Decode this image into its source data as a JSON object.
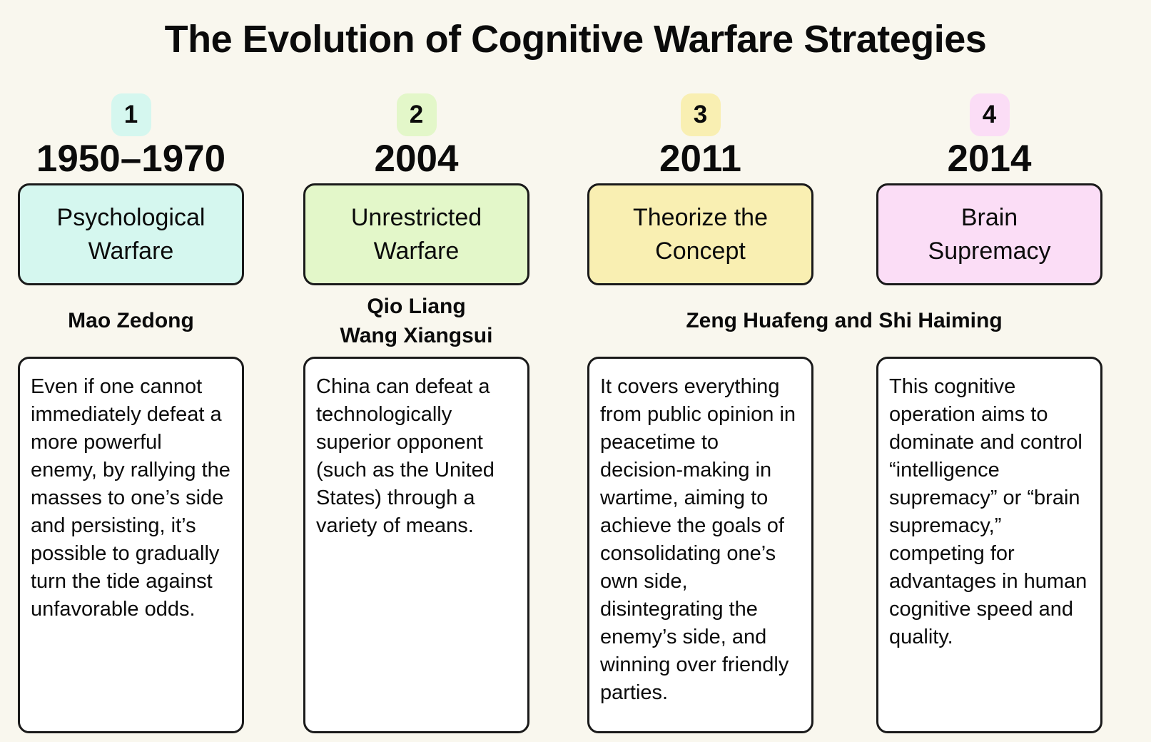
{
  "title": "The Evolution of Cognitive Warfare Strategies",
  "colors": {
    "background": "#f9f7ee",
    "card_background": "#ffffff",
    "border": "#1a1a1a",
    "stage1_accent": "#d5f7ef",
    "stage2_accent": "#e3f7c9",
    "stage3_accent": "#f9efb2",
    "stage4_accent": "#fbddf6"
  },
  "shared_author": "Zeng Huafeng and Shi Haiming",
  "stages": [
    {
      "number": "1",
      "period": "1950–1970",
      "strategy_lines": [
        "Psychological",
        "Warfare"
      ],
      "author_lines": [
        "Mao Zedong"
      ],
      "color": "#d5f7ef",
      "description": "Even if one cannot immediately defeat a more powerful enemy, by rallying the masses to one’s side and persisting, it’s possible to gradually turn the tide against unfavorable odds."
    },
    {
      "number": "2",
      "period": "2004",
      "strategy_lines": [
        "Unrestricted",
        "Warfare"
      ],
      "author_lines": [
        "Qio Liang",
        "Wang Xiangsui"
      ],
      "color": "#e3f7c9",
      "description": "China can defeat a technologically superior opponent (such as the United States) through a variety of means."
    },
    {
      "number": "3",
      "period": "2011",
      "strategy_lines": [
        "Theorize the",
        "Concept"
      ],
      "author_lines": [],
      "color": "#f9efb2",
      "description": "It covers everything from public opinion in peacetime to decision-making in wartime, aiming to achieve the goals of consolidating one’s own side, disintegrating the enemy’s side, and winning over friendly parties."
    },
    {
      "number": "4",
      "period": "2014",
      "strategy_lines": [
        "Brain",
        "Supremacy"
      ],
      "author_lines": [],
      "color": "#fbddf6",
      "description": "This cognitive operation aims to dominate and control “intelligence supremacy” or “brain supremacy,” competing for advantages in human cognitive speed and quality."
    }
  ]
}
